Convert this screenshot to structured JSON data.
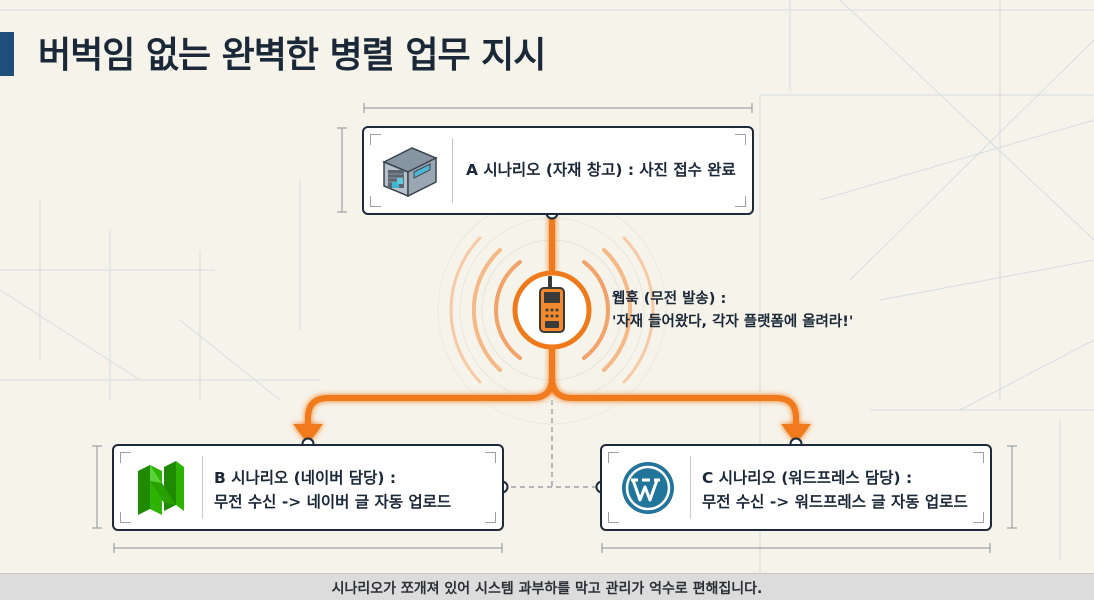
{
  "title": "버벅임 없는 완벽한 병렬 업무 지시",
  "node_a": {
    "label": "A 시나리오 (자재 창고) : 사진 접수 완료",
    "icon": "warehouse-icon"
  },
  "webhook": {
    "line1": "웹훅 (무전 발송) :",
    "line2": "'자재 들어왔다, 각자 플랫폼에 올려라!'",
    "icon": "walkie-talkie-icon"
  },
  "node_b": {
    "line1": "B 시나리오 (네이버 담당) :",
    "line2": "무전 수신 -> 네이버 글 자동 업로드",
    "icon": "naver-logo-icon"
  },
  "node_c": {
    "line1": "C 시나리오 (워드프레스 담당) :",
    "line2": "무전 수신 -> 워드프레스 글 자동 업로드",
    "icon": "wordpress-logo-icon"
  },
  "footer": "시나리오가 쪼개져 있어 시스템 과부하를 막고 관리가 억수로 편해집니다.",
  "colors": {
    "accent": "#f07a1a",
    "title_bar": "#1f4e79",
    "naver_green": "#2db400",
    "wordpress_blue": "#21759b",
    "background": "#f6f3ea"
  }
}
